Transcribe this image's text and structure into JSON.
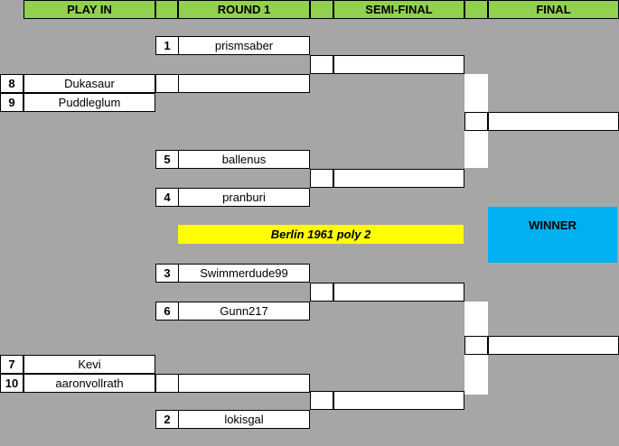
{
  "headers": {
    "play_in": "PLAY IN",
    "round1": "ROUND 1",
    "semi_final": "SEMI-FINAL",
    "final": "FINAL"
  },
  "play_in": [
    {
      "seed": "8",
      "name": "Dukasaur"
    },
    {
      "seed": "9",
      "name": "Puddleglum"
    },
    {
      "seed": "7",
      "name": "Kevi"
    },
    {
      "seed": "10",
      "name": "aaronvollrath"
    }
  ],
  "round1": [
    {
      "seed": "1",
      "name": "prismsaber"
    },
    {
      "seed": "5",
      "name": "ballenus"
    },
    {
      "seed": "4",
      "name": "pranburi"
    },
    {
      "seed": "3",
      "name": "Swimmerdude99"
    },
    {
      "seed": "6",
      "name": "Gunn217"
    },
    {
      "seed": "2",
      "name": "lokisgal"
    }
  ],
  "title": "Berlin 1961 poly 2",
  "winner_label": "WINNER",
  "colors": {
    "header": "#92d050",
    "background": "#a6a6a6",
    "banner": "#ffff00",
    "winner": "#00b0f0"
  }
}
